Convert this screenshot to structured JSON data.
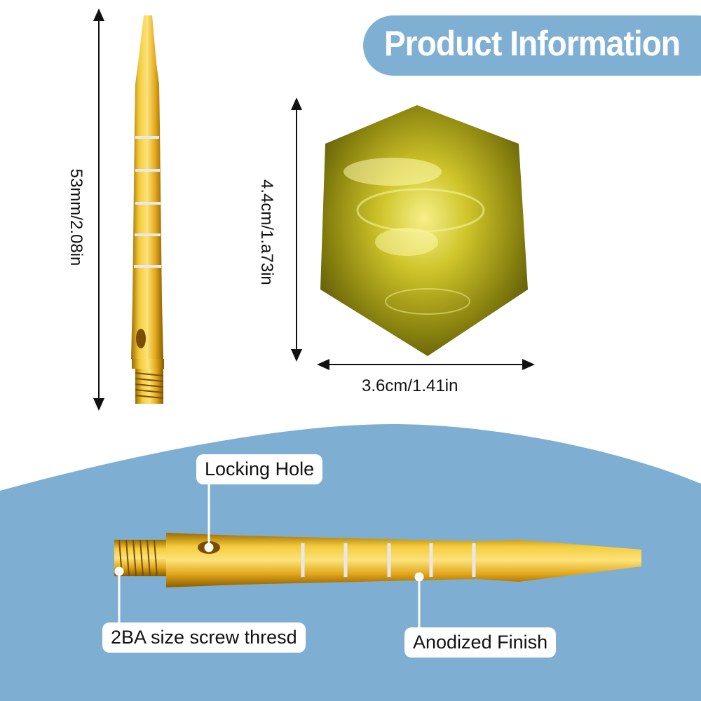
{
  "header": {
    "title": "Product Information"
  },
  "dimensions": {
    "shaft_length": "53mm/2.08in",
    "flight_height": "4.4cm/1.a73in",
    "flight_width": "3.6cm/1.41in"
  },
  "callouts": {
    "locking_hole": "Locking Hole",
    "screw_thread": "2BA size screw thresd",
    "finish": "Anodized Finish"
  },
  "colors": {
    "banner": "#7fb0d4",
    "panel": "#7eafd2",
    "gold": "#e0a818",
    "flight": "#b9b21a"
  }
}
